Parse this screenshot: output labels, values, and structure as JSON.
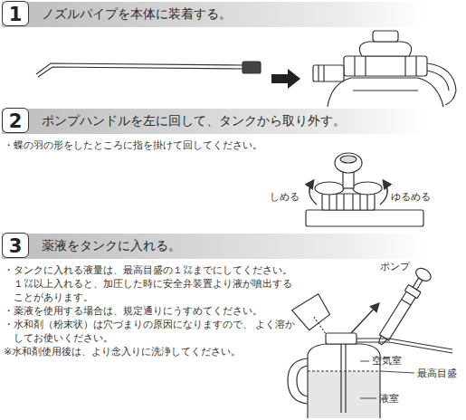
{
  "diagram": {
    "nodes": [
      {
        "text": [
          "ノズルパイプを本体に装着する。"
        ]
      },
      {
        "text": [
          "1"
        ],
        "in": 0
      },
      {
        "text": [
          "ポンプハンドルを左に回して、タンクから取り外す。"
        ]
      },
      {
        "text": [
          "2"
        ],
        "in": 2
      },
      {
        "text": [
          "薬液をタンクに入れる。"
        ]
      },
      {
        "text": [
          "3"
        ],
        "in": 4
      }
    ],
    "labels": [
      "・蝶の羽の形をしたところに指を掛けて回してください。",
      "しめる",
      "ゆるめる",
      "・タンクに入れる液量は、最高目盛の１㍑までにしてください。 １㍑以上入れると、加圧した時に安全弁装置より液が噴出することがあります。",
      "・薬液を使用する場合は、規定通りにうすめてください。",
      "・水和剤（粉末状）は穴づまりの原因になりますので、 よく溶かしてお使いください。",
      "※水和剤使用後は、より念入りに洗浄してください。",
      "ポンプ",
      "空気室",
      "最高目盛",
      "液室"
    ]
  }
}
